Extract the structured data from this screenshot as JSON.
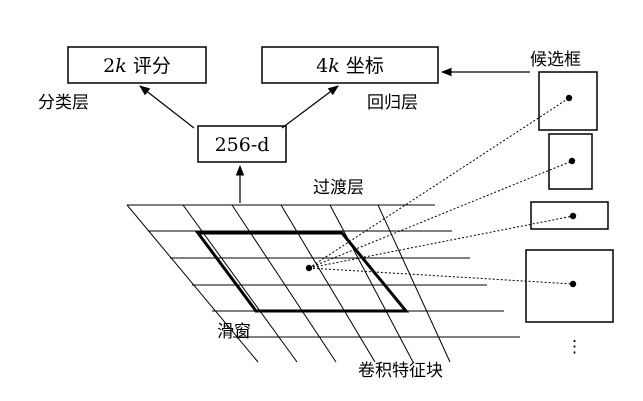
{
  "nodes": {
    "cls_score": {
      "num": "2",
      "var": "k",
      "text": " 评分"
    },
    "reg_coord": {
      "num": "4",
      "var": "k",
      "text": " 坐标"
    },
    "feature_vec": {
      "text": "256-d"
    }
  },
  "labels": {
    "cls_layer": "分类层",
    "reg_layer": "回归层",
    "intermediate_layer": "过渡层",
    "sliding_window": "滑窗",
    "conv_feature_map": "卷积特征块",
    "anchor_boxes": "候选框",
    "ellipsis": "⋮"
  }
}
